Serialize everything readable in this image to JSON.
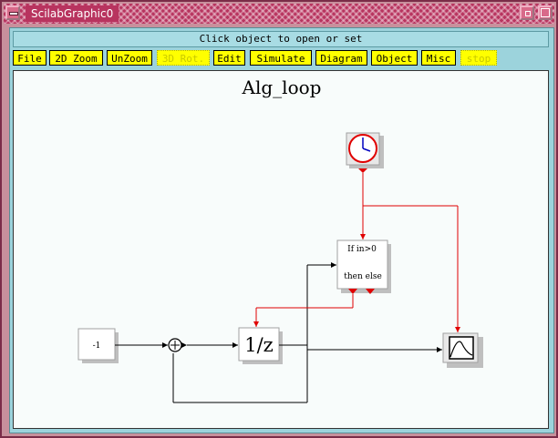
{
  "window": {
    "title": "ScilabGraphic0"
  },
  "message": "Click object to open or set",
  "menus": [
    {
      "label": "File",
      "enabled": true
    },
    {
      "label": "2D Zoom",
      "enabled": true
    },
    {
      "label": "UnZoom",
      "enabled": true
    },
    {
      "label": "3D Rot.",
      "enabled": false
    },
    {
      "label": "Edit",
      "enabled": true
    },
    {
      "label": "Simulate",
      "enabled": true
    },
    {
      "label": "Diagram",
      "enabled": true
    },
    {
      "label": "Object",
      "enabled": true
    },
    {
      "label": "Misc",
      "enabled": true
    },
    {
      "label": "stop",
      "enabled": false
    }
  ],
  "diagram": {
    "title": "Alg_loop",
    "blocks": {
      "constant": {
        "label": "-1"
      },
      "if_then_else": {
        "line1": "If in>0",
        "line2": "then else"
      },
      "delay": {
        "label": "1/z"
      }
    }
  },
  "colors": {
    "link_regular": "#000000",
    "link_activation": "#e00000",
    "clock": "#e00000",
    "clock_hands": "#0000c0"
  }
}
